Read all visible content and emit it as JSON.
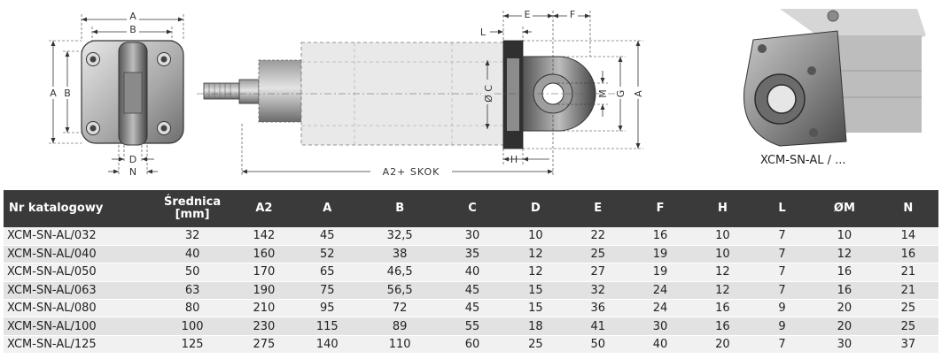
{
  "drawings": {
    "front_view": {
      "dim_A": "A",
      "dim_B": "B",
      "dim_D": "D",
      "dim_N": "N"
    },
    "side_view": {
      "dim_E": "E",
      "dim_F": "F",
      "dim_L": "L",
      "dim_C": "Ø C",
      "dim_M": "M",
      "dim_G": "G",
      "dim_A": "A",
      "dim_H": "H",
      "stroke_label": "A2+ SKOK"
    },
    "photo_caption": "XCM-SN-AL / ..."
  },
  "table": {
    "headers": [
      "Nr katalogowy",
      "Średnica [mm]",
      "A2",
      "A",
      "B",
      "C",
      "D",
      "E",
      "F",
      "H",
      "L",
      "ØM",
      "N"
    ],
    "rows": [
      [
        "XCM-SN-AL/032",
        "32",
        "142",
        "45",
        "32,5",
        "30",
        "10",
        "22",
        "16",
        "10",
        "7",
        "10",
        "14"
      ],
      [
        "XCM-SN-AL/040",
        "40",
        "160",
        "52",
        "38",
        "35",
        "12",
        "25",
        "19",
        "10",
        "7",
        "12",
        "16"
      ],
      [
        "XCM-SN-AL/050",
        "50",
        "170",
        "65",
        "46,5",
        "40",
        "12",
        "27",
        "19",
        "12",
        "7",
        "16",
        "21"
      ],
      [
        "XCM-SN-AL/063",
        "63",
        "190",
        "75",
        "56,5",
        "45",
        "15",
        "32",
        "24",
        "12",
        "7",
        "16",
        "21"
      ],
      [
        "XCM-SN-AL/080",
        "80",
        "210",
        "95",
        "72",
        "45",
        "15",
        "36",
        "24",
        "16",
        "9",
        "20",
        "25"
      ],
      [
        "XCM-SN-AL/100",
        "100",
        "230",
        "115",
        "89",
        "55",
        "18",
        "41",
        "30",
        "16",
        "9",
        "20",
        "25"
      ],
      [
        "XCM-SN-AL/125",
        "125",
        "275",
        "140",
        "110",
        "60",
        "25",
        "50",
        "40",
        "20",
        "7",
        "30",
        "37"
      ]
    ]
  }
}
